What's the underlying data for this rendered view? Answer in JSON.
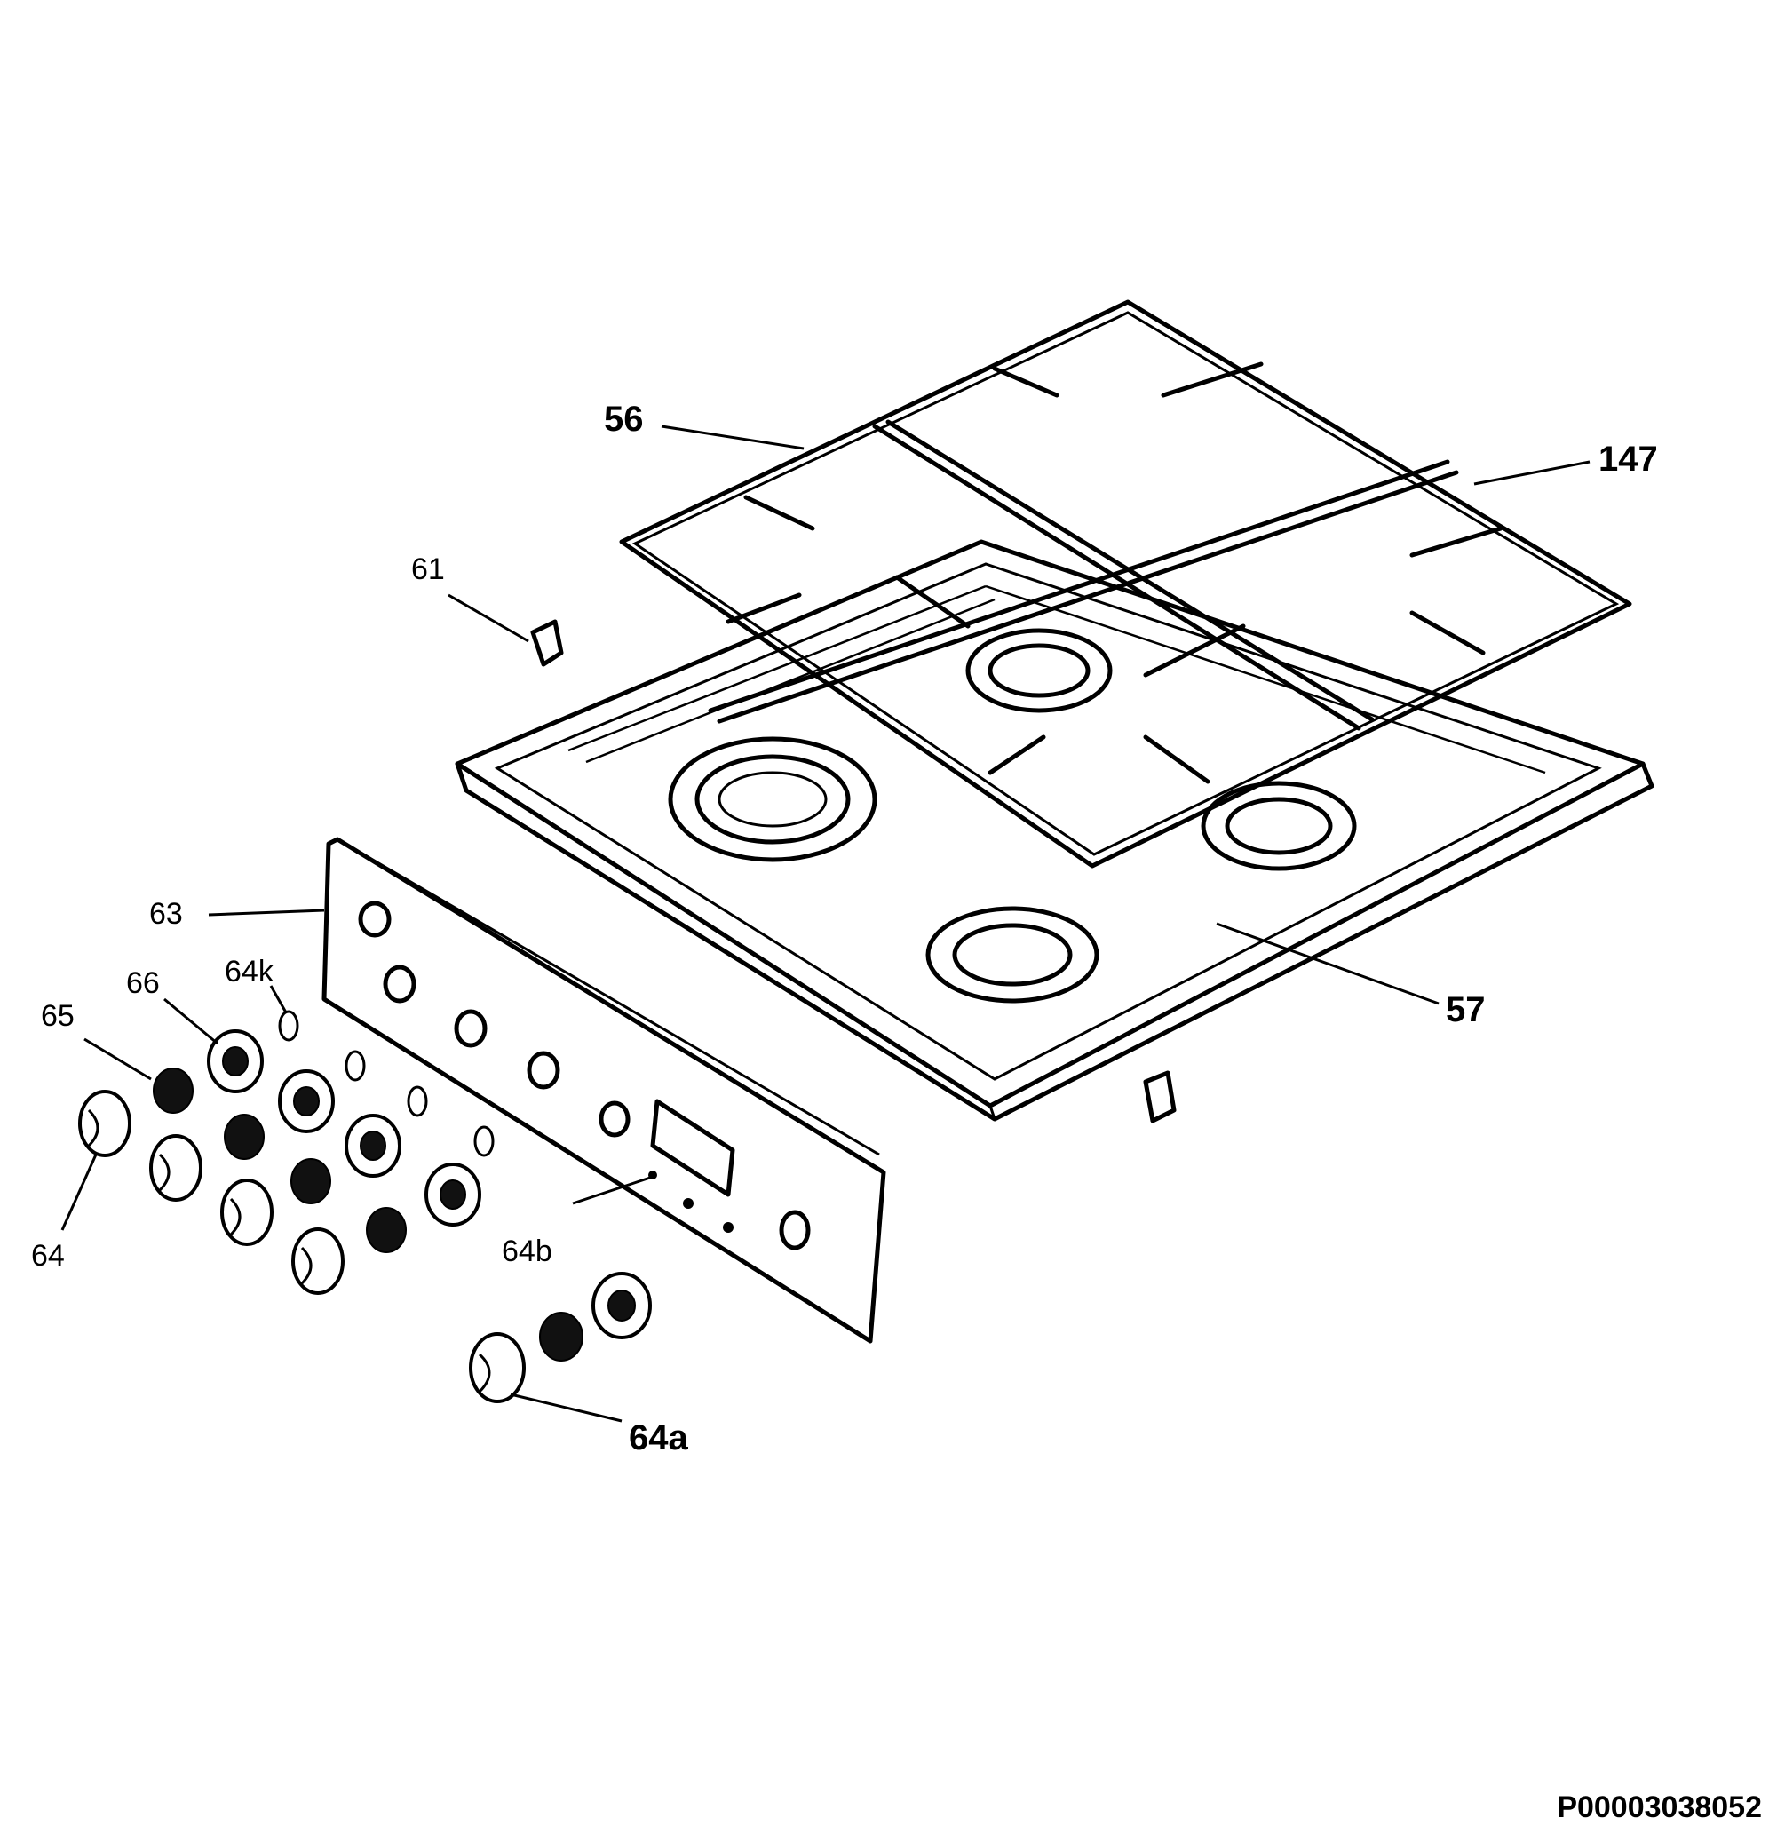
{
  "diagram": {
    "labels": {
      "grid_56": "56",
      "grid_147": "147",
      "clip_61": "61",
      "panel_63": "63",
      "ring_66": "66",
      "spring_64k": "64k",
      "ring_65": "65",
      "knob_64": "64",
      "screw_64b": "64b",
      "knob_64a": "64a",
      "hob_57": "57"
    },
    "document_id": "P00003038052"
  }
}
